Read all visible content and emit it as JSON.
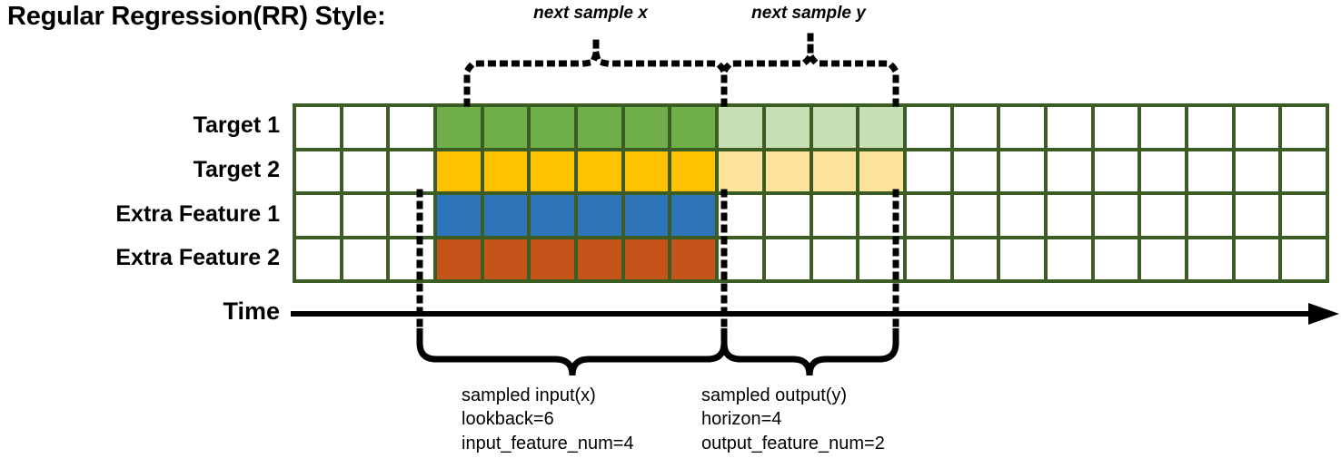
{
  "title": "Regular Regression(RR) Style:",
  "top_annotations": {
    "next_sample_x": "next sample x",
    "next_sample_y": "next sample y"
  },
  "row_labels": [
    "Target 1",
    "Target 2",
    "Extra Feature 1",
    "Extra Feature 2"
  ],
  "axis": {
    "time_label": "Time"
  },
  "bottom_annotations": {
    "input": {
      "line1": "sampled input(x)",
      "line2": "lookback=6",
      "line3": "input_feature_num=4"
    },
    "output": {
      "line1": "sampled output(y)",
      "line2": "horizon=4",
      "line3": "output_feature_num=2"
    }
  },
  "colors": {
    "grid_border": "#3b5c23",
    "target1_input": "#6fae48",
    "target1_output": "#c6dfb4",
    "target2_input": "#ffc200",
    "target2_output": "#fde49a",
    "extra_feature1": "#2d74b8",
    "extra_feature2": "#c5541a",
    "empty_cell": "#ffffff",
    "annotation": "#000000"
  },
  "grid": {
    "columns": 22,
    "rows": 4,
    "input_start_col": 3,
    "input_end_col": 9,
    "output_start_col": 9,
    "output_end_col": 13,
    "row_fills": [
      [
        "empty",
        "empty",
        "empty",
        "green",
        "green",
        "green",
        "green",
        "green",
        "green",
        "greenlight",
        "greenlight",
        "greenlight",
        "greenlight",
        "empty",
        "empty",
        "empty",
        "empty",
        "empty",
        "empty",
        "empty",
        "empty",
        "empty"
      ],
      [
        "empty",
        "empty",
        "empty",
        "amber",
        "amber",
        "amber",
        "amber",
        "amber",
        "amber",
        "amberlight",
        "amberlight",
        "amberlight",
        "amberlight",
        "empty",
        "empty",
        "empty",
        "empty",
        "empty",
        "empty",
        "empty",
        "empty",
        "empty"
      ],
      [
        "empty",
        "empty",
        "empty",
        "blue",
        "blue",
        "blue",
        "blue",
        "blue",
        "blue",
        "empty",
        "empty",
        "empty",
        "empty",
        "empty",
        "empty",
        "empty",
        "empty",
        "empty",
        "empty",
        "empty",
        "empty",
        "empty"
      ],
      [
        "empty",
        "empty",
        "empty",
        "orange",
        "orange",
        "orange",
        "orange",
        "orange",
        "orange",
        "empty",
        "empty",
        "empty",
        "empty",
        "empty",
        "empty",
        "empty",
        "empty",
        "empty",
        "empty",
        "empty",
        "empty",
        "empty"
      ]
    ]
  }
}
